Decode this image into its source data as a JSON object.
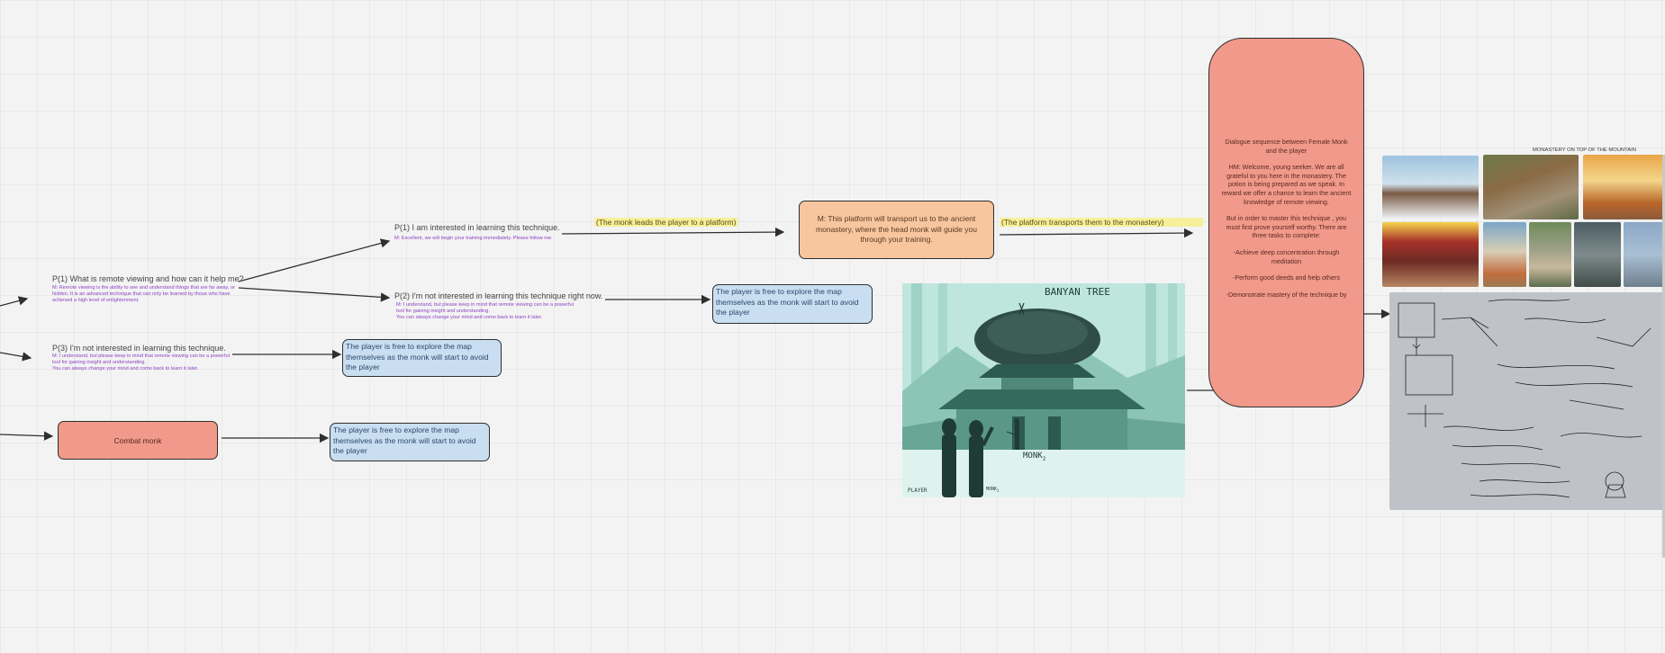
{
  "flow": {
    "p1_remote": {
      "title": "P(1) What is remote viewing and how can it help me?",
      "reply": "M: Remote viewing is the ability to see and understand things that are far away, or hidden. It is an advanced technique that can only be learned by those who have achieved a high level of enlightenment."
    },
    "p3_not_interested": {
      "title": "P(3) I'm not interested in learning this technique.",
      "reply_1": "M: I understand, but please keep in mind that remote viewing can be a powerful tool for gaining insight and understanding.",
      "reply_2": "You can always change your mind and come back to learn it later."
    },
    "p1_learn": {
      "title": "P(1) I am interested in learning this technique.",
      "reply": "M: Excellent, we will begin your training immediately. Please follow me."
    },
    "p2_not_now": {
      "title": "P(2) I'm not interested in learning this technique right now.",
      "reply_1": "M: I understand, but please keep in mind that remote viewing can be a powerful tool for gaining insight and understanding.",
      "reply_2": "You can always change your mind and come back to learn it later."
    },
    "combat_monk": "Combat monk",
    "free_explore_a": "The player is free to explore the map themselves as the monk will start to avoid the player",
    "free_explore_b": "The player is free to explore the map themselves as the monk will start to avoid the player",
    "free_explore_c": "The player is free to explore the map themselves as the monk will start to avoid the player",
    "label_platform": "(The monk leads the player to a platform)",
    "platform_box": "M: This platform will transport us to the ancient monastery, where the head monk will guide you through your training.",
    "label_transport": "(The platform transports them to the monastery)"
  },
  "dialogue": {
    "intro": "Dialogue sequence between Female Monk and the player",
    "hm": "HM: Welcome, young seeker. We are all grateful to you here in the monastery. The potion is being prepared as we speak. In reward we offer a chance to learn the ancient knowledge of remote viewing.",
    "tasks": "But in order to master this technique , you must first prove yourself worthy. There are three tasks to complete:",
    "task_1": "-Achieve deep concentration through meditation",
    "task_2": "-Perform good deeds and help others",
    "task_3": "-Demonstrate mastery of the technique by"
  },
  "concept_art": {
    "label_tree": "BANYAN TREE",
    "label_monk2": "MONK",
    "label_player": "PLAYER",
    "label_monk1": "MONK"
  },
  "moodboard": {
    "title": "MONASTERY ON TOP OF THE MOUNTAIN"
  },
  "colors": {
    "blue_box": "#c9def0",
    "red_box": "#f1998a",
    "orange_box": "#f7c59e",
    "highlight": "#f7f09a",
    "reply_text": "#8e44c4"
  }
}
